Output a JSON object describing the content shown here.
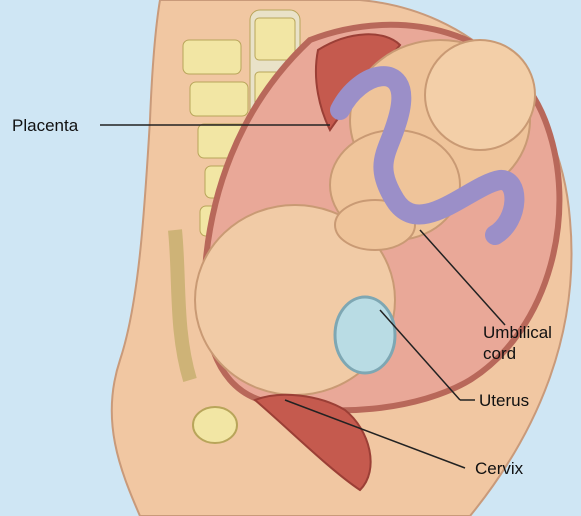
{
  "labels": {
    "placenta": "Placenta",
    "umbilical_cord_line1": "Umbilical",
    "umbilical_cord_line2": "cord",
    "uterus": "Uterus",
    "cervix": "Cervix"
  },
  "colors": {
    "background": "#cfe6f4",
    "skin": "#f1c7a2",
    "fetus": "#efc49a",
    "uterine_wall": "#d88b7c",
    "cord": "#9b8fc8",
    "bone": "#f2e6a4",
    "leader_line": "#222222"
  }
}
